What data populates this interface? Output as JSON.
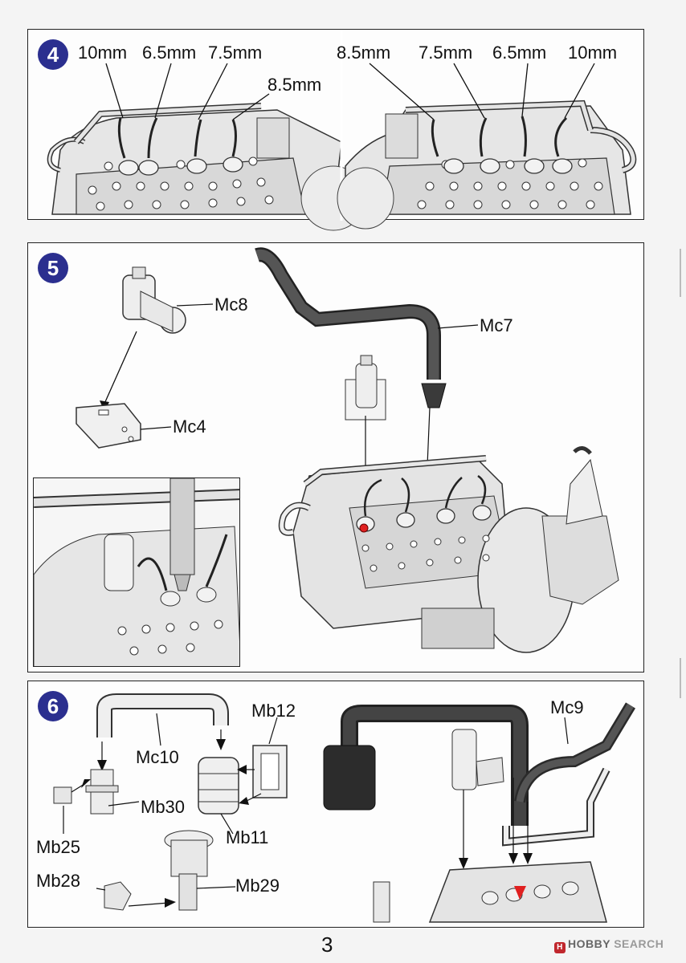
{
  "steps": {
    "s4": {
      "number": "4",
      "left_labels": [
        "10mm",
        "6.5mm",
        "7.5mm",
        "8.5mm"
      ],
      "right_labels": [
        "8.5mm",
        "7.5mm",
        "6.5mm",
        "10mm"
      ]
    },
    "s5": {
      "number": "5",
      "parts": {
        "mc8": "Mc8",
        "mc4": "Mc4",
        "mc7": "Mc7"
      }
    },
    "s6": {
      "number": "6",
      "parts": {
        "mc10": "Mc10",
        "mb12": "Mb12",
        "mb30": "Mb30",
        "mb25": "Mb25",
        "mb11": "Mb11",
        "mb28": "Mb28",
        "mb29": "Mb29",
        "mc9": "Mc9"
      }
    }
  },
  "page_number": "3",
  "watermark": {
    "brand": "HOBBY",
    "suffix": "SEARCH",
    "logo": "H"
  },
  "colors": {
    "badge": "#2b2f8f",
    "highlight": "#e02020",
    "dark_part": "#333333"
  }
}
